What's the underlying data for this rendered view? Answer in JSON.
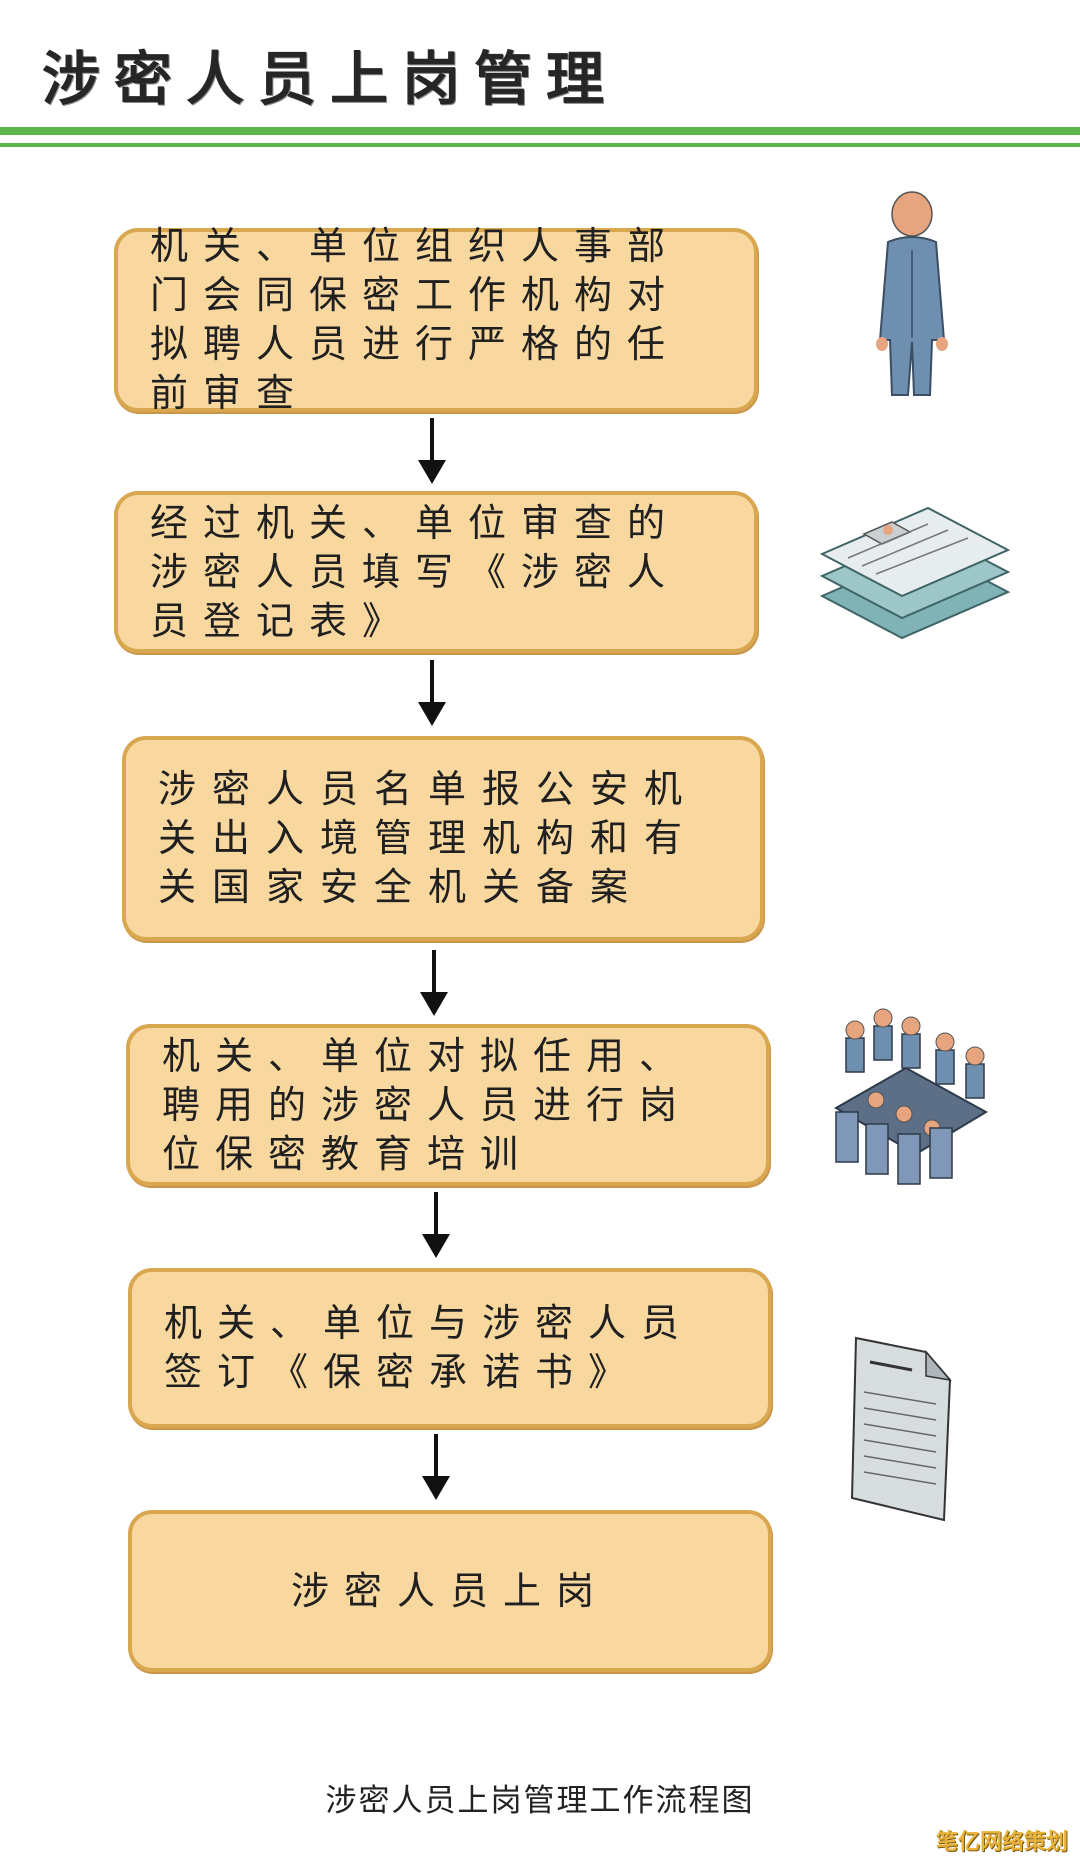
{
  "title": "涉密人员上岗管理",
  "steps": [
    {
      "text": "机关、单位组织人事部门会同保密工作机构对拟聘人员进行严格的任前审查",
      "icon": "person-icon"
    },
    {
      "text": "经过机关、单位审查的涉密人员填写《涉密人员登记表》",
      "icon": "documents-stack-icon"
    },
    {
      "text": "涉密人员名单报公安机关出入境管理机构和有关国家安全机关备案",
      "icon": ""
    },
    {
      "text": "机关、单位对拟任用、聘用的涉密人员进行岗位保密教育培训",
      "icon": "meeting-table-icon"
    },
    {
      "text": "机关、单位与涉密人员签订《保密承诺书》",
      "icon": "signed-document-icon"
    },
    {
      "text": "涉密人员上岗",
      "icon": ""
    }
  ],
  "caption": "涉密人员上岗管理工作流程图",
  "watermark": "笔亿网络策划",
  "colors": {
    "box_fill": "#f9d8a0",
    "box_border": "#d9a74f",
    "rule": "#5cb548",
    "icon_figure": "#6f8fb1"
  }
}
